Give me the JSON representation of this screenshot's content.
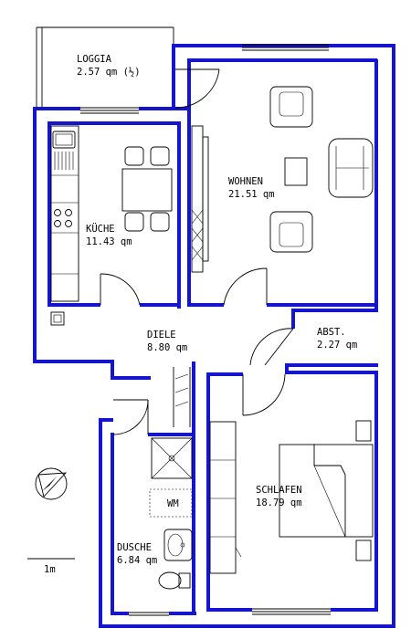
{
  "plan": {
    "rooms": [
      {
        "id": "loggia",
        "name": "LOGGIA",
        "area": "2.57  qm  (½)"
      },
      {
        "id": "wohnen",
        "name": "WOHNEN",
        "area": "21.51  qm"
      },
      {
        "id": "kueche",
        "name": "KÜCHE",
        "area": "11.43  qm"
      },
      {
        "id": "diele",
        "name": "DIELE",
        "area": "8.80  qm"
      },
      {
        "id": "abst",
        "name": "ABST.",
        "area": "2.27  qm"
      },
      {
        "id": "schlafen",
        "name": "SCHLAFEN",
        "area": "18.79  qm"
      },
      {
        "id": "dusche",
        "name": "DUSCHE",
        "area": "6.84  qm"
      }
    ],
    "wm_label": "WM",
    "scale_label": "1m",
    "colors": {
      "wall": "#1515cf",
      "line": "#000000"
    },
    "north_arrow": "compass-icon"
  }
}
